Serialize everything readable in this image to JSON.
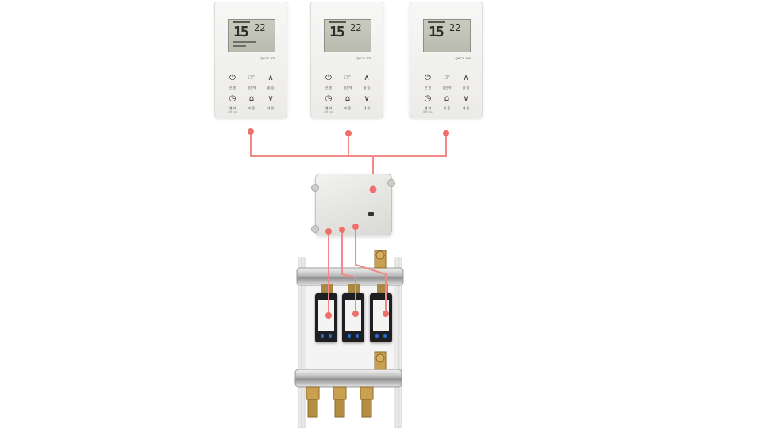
{
  "thermostats": [
    {
      "lcd_main": "15",
      "lcd_set": "22",
      "model": "QHCS-300",
      "buttons": [
        {
          "icon": "power-icon",
          "glyph": "⏻",
          "label": "전 원",
          "sub": ""
        },
        {
          "icon": "mode-icon",
          "glyph": "☞",
          "label": "생산력",
          "sub": ""
        },
        {
          "icon": "up-icon",
          "glyph": "∧",
          "label": "올 림",
          "sub": ""
        },
        {
          "icon": "timer-icon",
          "glyph": "◷",
          "label": "예 약",
          "sub": "운행 / 3m"
        },
        {
          "icon": "home-icon",
          "glyph": "⌂",
          "label": "외 출",
          "sub": ""
        },
        {
          "icon": "down-icon",
          "glyph": "∨",
          "label": "내 림",
          "sub": ""
        }
      ]
    },
    {
      "lcd_main": "15",
      "lcd_set": "22",
      "model": "QHCS-300",
      "buttons": [
        {
          "icon": "power-icon",
          "glyph": "⏻",
          "label": "전 원",
          "sub": ""
        },
        {
          "icon": "mode-icon",
          "glyph": "☞",
          "label": "생산력",
          "sub": ""
        },
        {
          "icon": "up-icon",
          "glyph": "∧",
          "label": "올 림",
          "sub": ""
        },
        {
          "icon": "timer-icon",
          "glyph": "◷",
          "label": "예 약",
          "sub": "운행 / 3m"
        },
        {
          "icon": "home-icon",
          "glyph": "⌂",
          "label": "외 출",
          "sub": ""
        },
        {
          "icon": "down-icon",
          "glyph": "∨",
          "label": "내 림",
          "sub": ""
        }
      ]
    },
    {
      "lcd_main": "15",
      "lcd_set": "22",
      "model": "QHCS-300",
      "buttons": [
        {
          "icon": "power-icon",
          "glyph": "⏻",
          "label": "전 원",
          "sub": ""
        },
        {
          "icon": "mode-icon",
          "glyph": "☞",
          "label": "생산력",
          "sub": ""
        },
        {
          "icon": "up-icon",
          "glyph": "∧",
          "label": "올 림",
          "sub": ""
        },
        {
          "icon": "timer-icon",
          "glyph": "◷",
          "label": "예 약",
          "sub": "운행 / 3m"
        },
        {
          "icon": "home-icon",
          "glyph": "⌂",
          "label": "외 출",
          "sub": ""
        },
        {
          "icon": "down-icon",
          "glyph": "∨",
          "label": "내 림",
          "sub": ""
        }
      ]
    }
  ],
  "colors": {
    "wire": "#f08a86",
    "wire_dot": "#ee6f6b",
    "pipe_light": "#e8e8e8",
    "pipe_dark": "#9a9a9a",
    "brass": "#c9a050"
  },
  "actuator_count": 3,
  "outlet_valve_count": 3
}
